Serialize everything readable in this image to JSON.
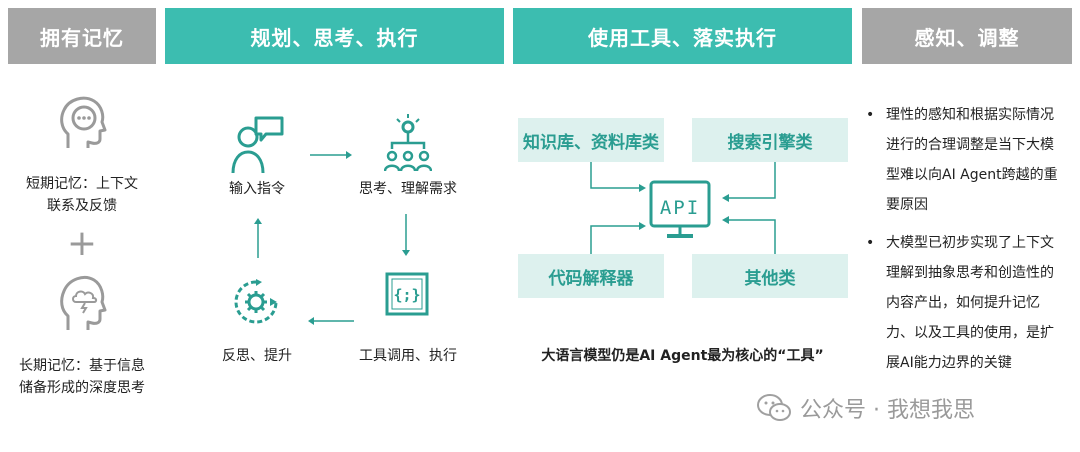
{
  "headers": {
    "memory": "拥有记忆",
    "planning": "规划、思考、执行",
    "tools": "使用工具、落实执行",
    "perception": "感知、调整"
  },
  "memory": {
    "short_term_line1": "短期记忆：上下文",
    "short_term_line2": "联系及反馈",
    "plus": "+",
    "long_term_line1": "长期记忆：基于信息",
    "long_term_line2": "储备形成的深度思考"
  },
  "planning": {
    "input": "输入指令",
    "think": "思考、理解需求",
    "execute": "工具调用、执行",
    "feedback": "反思、提升"
  },
  "tools": {
    "knowledge_base": "知识库、资料库类",
    "search_engine": "搜索引擎类",
    "code_interpreter": "代码解释器",
    "other": "其他类",
    "api_label": "API",
    "caption": "大语言模型仍是AI Agent最为核心的“工具”"
  },
  "perception": {
    "bullet_mark": "•",
    "point1": "理性的感知和根据实际情况进行的合理调整是当下大模型难以向AI Agent跨越的重要原因",
    "point2": "大模型已初步实现了上下文理解到抽象思考和创造性的内容产出，如何提升记忆力、以及工具的使用，是扩展AI能力边界的关键"
  },
  "watermark": "公众号 · 我想我思",
  "colors": {
    "teal": "#3cbdb0",
    "gray_header": "#a6a6a6",
    "box_fill": "#ddf1ee",
    "box_text": "#2a9d91",
    "icon_stroke": "#2a9d91"
  }
}
